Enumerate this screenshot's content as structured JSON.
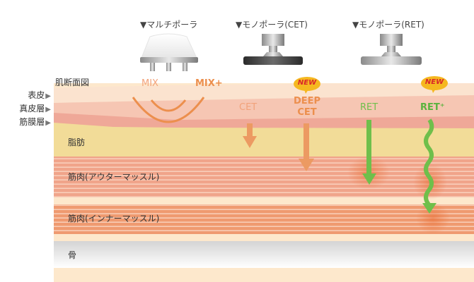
{
  "title": "肌断面図",
  "devices": [
    {
      "label": "▼マルチポーラ",
      "icon": "multipolar-head-icon"
    },
    {
      "label": "▼モノポーラ(CET)",
      "icon": "monopolar-cet-head-icon"
    },
    {
      "label": "▼モノポーラ(RET)",
      "icon": "monopolar-ret-head-icon"
    }
  ],
  "side_labels": [
    {
      "text": "表皮",
      "marker": "▶"
    },
    {
      "text": "真皮層",
      "marker": "▶"
    },
    {
      "text": "筋膜層",
      "marker": "▶"
    }
  ],
  "layers": {
    "fat": "脂肪",
    "outer_muscle": "筋肉(アウターマッスル)",
    "inner_muscle": "筋肉(インナーマッスル)",
    "bone": "骨"
  },
  "modes": {
    "mix": "MIX",
    "mix_plus": "MIX+",
    "cet": "CET",
    "deep_cet_line1": "DEEP",
    "deep_cet_line2": "CET",
    "ret": "RET",
    "ret_plus": "RET⁺",
    "new_badge": "NEW"
  },
  "colors": {
    "orange": "#ec8f4d",
    "orange_light": "#f2a27a",
    "green": "#6fbf4b",
    "epidermis": "#fbe3cf",
    "dermis": "#f6c6b3",
    "fascia": "#efa898",
    "fat": "#f2dc98",
    "muscle": "#f0a48a",
    "muscle_stripe": "#fbd8c6",
    "cream": "#fde8cc",
    "bone": "#dcdcdc",
    "badge": "#f5b820",
    "badge_text": "#d9262a"
  }
}
